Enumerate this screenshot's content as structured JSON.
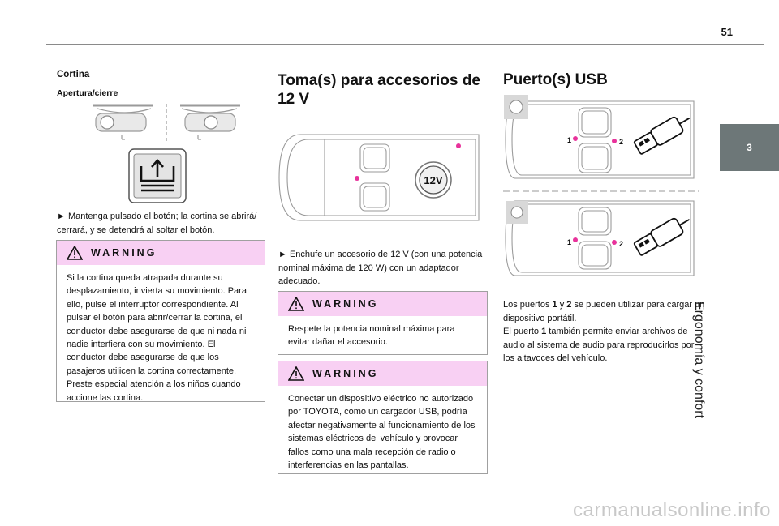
{
  "page": {
    "number": "51",
    "chapter_number": "3",
    "chapter_title": "Ergonomía y confort"
  },
  "col1": {
    "heading": "Cortina",
    "subheading": "Apertura/cierre",
    "instruction": "Mantenga pulsado el botón; la cortina se abrirá/ cerrará, y se detendrá al soltar el botón.",
    "bullet_symbol": "►",
    "warning": {
      "title": "WARNING",
      "text": "Si la cortina queda atrapada durante su desplazamiento, invierta su movimiento. Para ello, pulse el interruptor correspondiente. Al pulsar el botón para abrir/cerrar la cortina, el conductor debe asegurarse de que ni nada ni nadie interfiera con su movimiento. El conductor debe asegurarse de que los pasajeros utilicen la cortina correctamente. Preste especial atención a los niños cuando accione las cortina."
    }
  },
  "col2": {
    "heading": "Toma(s) para accesorios de 12 V",
    "socket_label": "12V",
    "instruction": "Enchufe un accesorio de 12 V (con una potencia nominal máxima de 120 W) con un adaptador adecuado.",
    "warning1": {
      "title": "WARNING",
      "text": "Respete la potencia nominal máxima para evitar dañar el accesorio."
    },
    "warning2": {
      "title": "WARNING",
      "text": "Conectar un dispositivo eléctrico no autorizado por TOYOTA, como un cargador USB, podría afectar negativamente al funcionamiento de los sistemas eléctricos del vehículo y provocar fallos como una mala recepción de radio o interferencias en las pantallas."
    }
  },
  "col3": {
    "heading": "Puerto(s) USB",
    "port1": "1",
    "port2": "2",
    "text_prefix": "Los puertos ",
    "text_1": "1",
    "text_y": " y ",
    "text_2": "2",
    "text_mid": " se pueden utilizar para cargar un dispositivo portátil.",
    "text_line2_prefix": "El puerto ",
    "text_line2_num": "1",
    "text_line2_rest": " también permite enviar archivos de audio al sistema de audio para reproducirlos por los altavoces del vehículo."
  },
  "watermark": "carmanualsonline.info",
  "colors": {
    "accent_pink": "#e8329b",
    "warning_header": "#f8d0f3",
    "tab_gray": "#6d7778"
  }
}
